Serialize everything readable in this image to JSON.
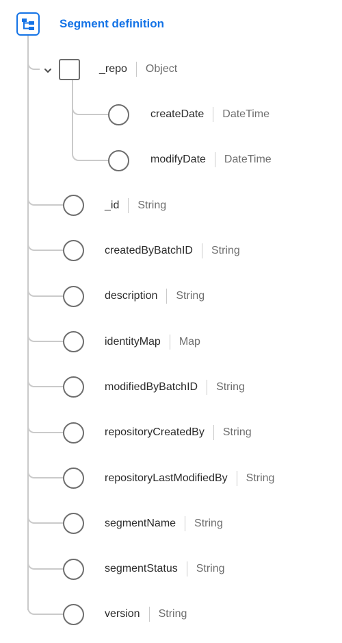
{
  "root": {
    "title": "Segment definition",
    "icon": "schema-hierarchy-icon",
    "accent_color": "#1473e6"
  },
  "repo": {
    "name": "_repo",
    "type": "Object",
    "expanded": true,
    "children": [
      {
        "name": "createDate",
        "type": "DateTime"
      },
      {
        "name": "modifyDate",
        "type": "DateTime"
      }
    ]
  },
  "fields": [
    {
      "name": "_id",
      "type": "String"
    },
    {
      "name": "createdByBatchID",
      "type": "String"
    },
    {
      "name": "description",
      "type": "String"
    },
    {
      "name": "identityMap",
      "type": "Map"
    },
    {
      "name": "modifiedByBatchID",
      "type": "String"
    },
    {
      "name": "repositoryCreatedBy",
      "type": "String"
    },
    {
      "name": "repositoryLastModifiedBy",
      "type": "String"
    },
    {
      "name": "segmentName",
      "type": "String"
    },
    {
      "name": "segmentStatus",
      "type": "String"
    },
    {
      "name": "version",
      "type": "String"
    }
  ]
}
